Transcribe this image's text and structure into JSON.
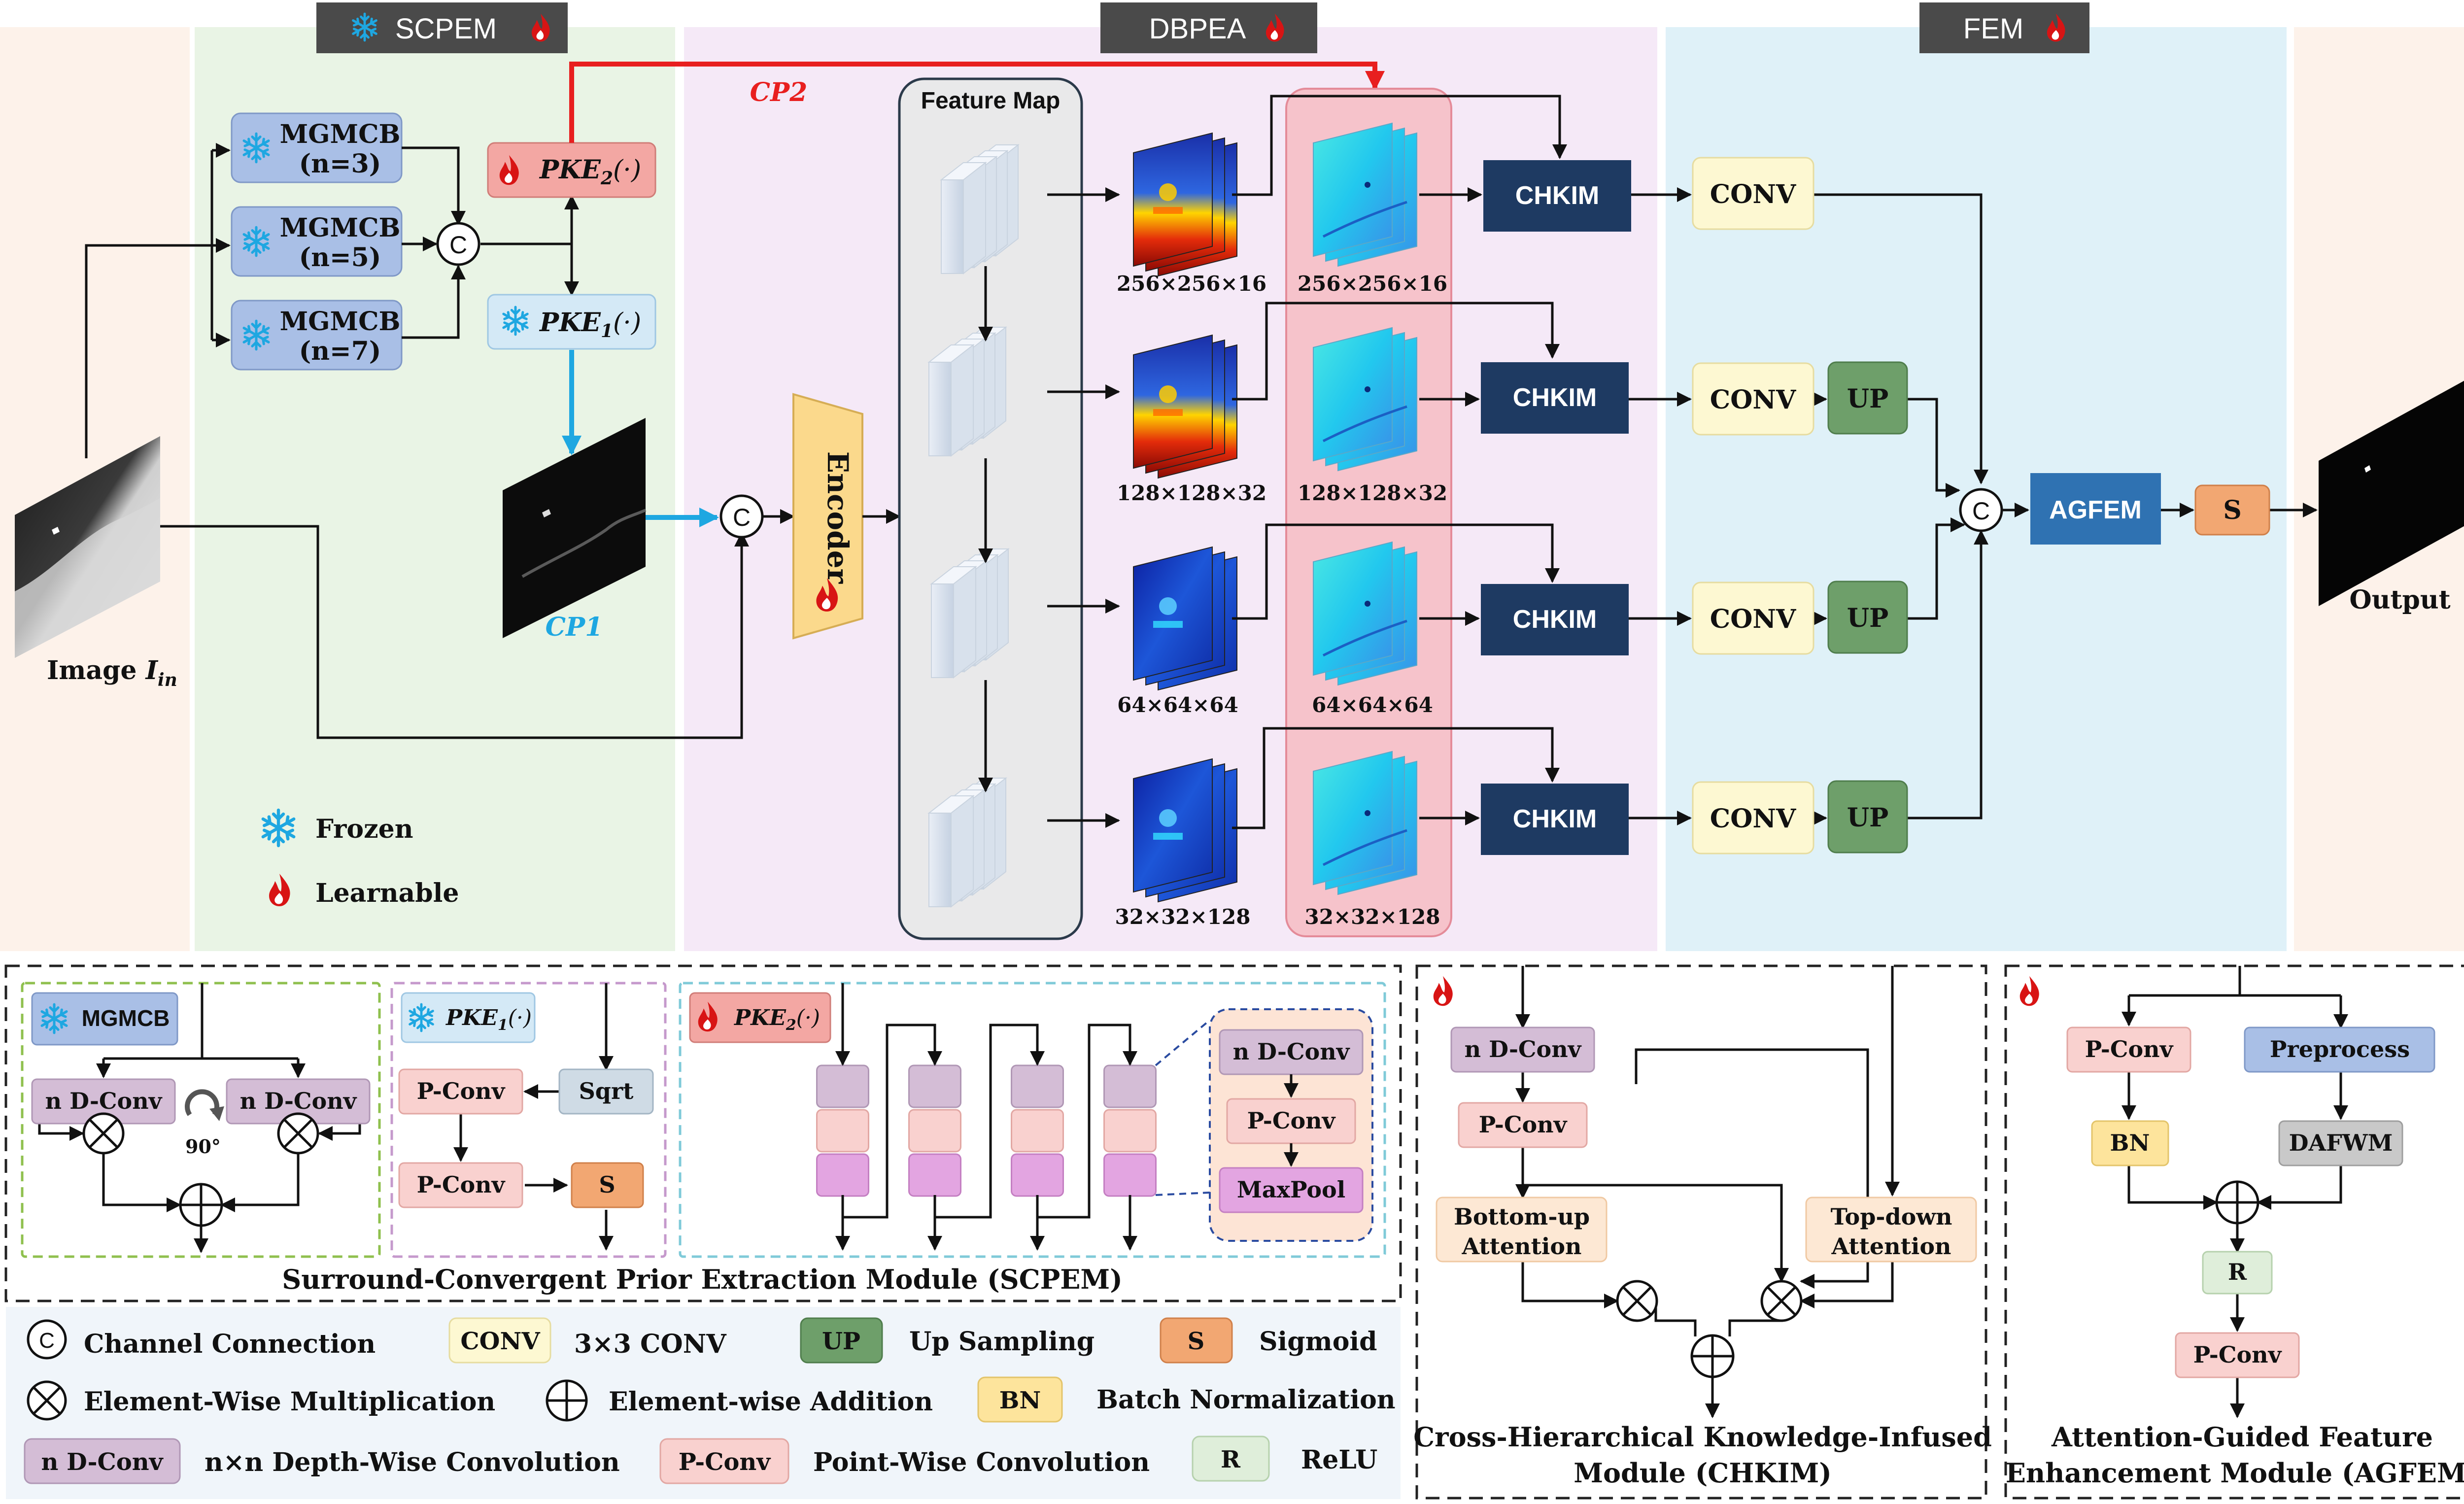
{
  "sections": {
    "scpem": "SCPEM",
    "dbpea": "DBPEA",
    "fem": "FEM"
  },
  "input": {
    "label_main": "Image ",
    "label_sym": "I",
    "label_sub": "in"
  },
  "output": {
    "label": "Output"
  },
  "mgmcb": {
    "name": "MGMCB",
    "n3": "(n=3)",
    "n5": "(n=5)",
    "n7": "(n=7)"
  },
  "pke": {
    "pke2": "PKE",
    "pke2_sub": "2",
    "pke1": "PKE",
    "pke1_sub": "1",
    "arg": "(·)"
  },
  "cp": {
    "cp1": "CP1",
    "cp2": "CP2"
  },
  "concat_symbol": "C",
  "encoder": "Encoder",
  "feature_map": "Feature Map",
  "feature_sizes": [
    "256×256×16",
    "128×128×32",
    "64×64×64",
    "32×32×128"
  ],
  "chkim": "CHKIM",
  "conv": "CONV",
  "up": "UP",
  "agfem": "AGFEM",
  "sigmoid": "S",
  "legend_top": {
    "frozen": "Frozen",
    "learnable": "Learnable"
  },
  "scpem_panel": {
    "mgmcb": "MGMCB",
    "nd_conv": "n D-Conv",
    "rot": "90°",
    "pke1": "PKE",
    "pke1_sub": "1",
    "pke2": "PKE",
    "pke2_sub": "2",
    "arg": "(·)",
    "pconv": "P-Conv",
    "sqrt": "Sqrt",
    "s": "S",
    "zoom_nd": "n D-Conv",
    "zoom_p": "P-Conv",
    "zoom_max": "MaxPool",
    "caption": "Surround-Convergent Prior Extraction Module (SCPEM)"
  },
  "chkim_panel": {
    "nd_conv": "n D-Conv",
    "pconv": "P-Conv",
    "bottom_up_1": "Bottom-up",
    "bottom_up_2": "Attention",
    "top_down_1": "Top-down",
    "top_down_2": "Attention",
    "caption_1": "Cross-Hierarchical Knowledge-Infused",
    "caption_2": "Module (CHKIM)"
  },
  "agfem_panel": {
    "pconv": "P-Conv",
    "preprocess": "Preprocess",
    "bn": "BN",
    "dafwm": "DAFWM",
    "r": "R",
    "pconv2": "P-Conv",
    "caption_1": "Attention-Guided Feature",
    "caption_2": "Enhancement Module (AGFEM)"
  },
  "legend_bottom": {
    "channel_sym": "C",
    "channel": "Channel Connection",
    "conv_box": "CONV",
    "conv": "3×3 CONV",
    "up_box": "UP",
    "up": "Up Sampling",
    "s_box": "S",
    "sigmoid": "Sigmoid",
    "mult": "Element-Wise Multiplication",
    "add": "Element-wise Addition",
    "bn_box": "BN",
    "bn": "Batch Normalization",
    "ndconv_box": "n D-Conv",
    "ndconv": "n×n Depth-Wise  Convolution",
    "pconv_box": "P-Conv",
    "pconv": "Point-Wise Convolution",
    "r_box": "R",
    "relu": "ReLU"
  },
  "colors": {
    "mgmcb": "#a9bfe6",
    "pke2": "#f3a7a3",
    "pke1": "#d4e9f6",
    "chkim": "#1e3a62",
    "conv": "#fdf8d2",
    "up": "#6e9f6a",
    "agfem": "#2f72b2",
    "sigmoid": "#f2a772",
    "encoder": "#fbd98c",
    "cp1": "#1ea7e1",
    "cp2": "#e81f1f",
    "nd_conv": "#d4bdd6",
    "pconv": "#f9d1cf",
    "bn": "#fde49c",
    "r": "#dfeeda",
    "preprocess": "#a9bfe6",
    "dafwm": "#c9c9c9"
  }
}
